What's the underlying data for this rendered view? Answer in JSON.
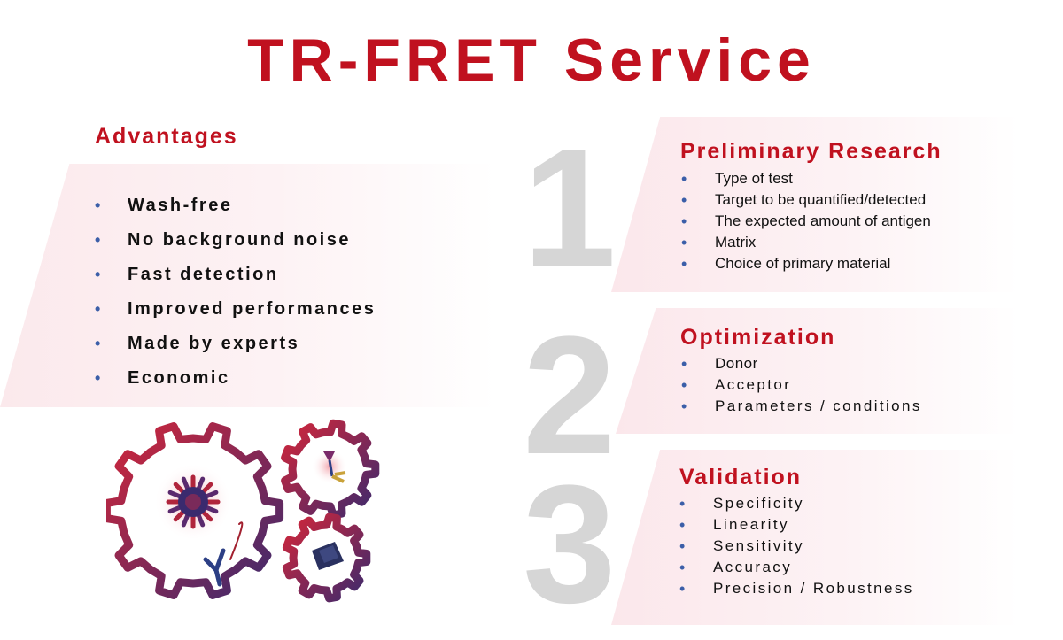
{
  "title": "TR-FRET Service",
  "advantages": {
    "heading": "Advantages",
    "items": [
      "Wash-free",
      "No background noise",
      "Fast detection",
      "Improved performances",
      "Made by experts",
      "Economic"
    ]
  },
  "steps": [
    {
      "number": "1",
      "heading": "Preliminary Research",
      "items": [
        "Type of test",
        "Target to be quantified/detected",
        "The expected amount of antigen",
        "Matrix",
        "Choice of primary material"
      ]
    },
    {
      "number": "2",
      "heading": "Optimization",
      "items": [
        "Donor",
        "Acceptor",
        "Parameters / conditions"
      ]
    },
    {
      "number": "3",
      "heading": "Validation",
      "items": [
        "Specificity",
        "Linearity",
        "Sensitivity",
        "Accuracy",
        "Precision / Robustness"
      ]
    }
  ],
  "colors": {
    "accent": "#c0111f",
    "bullet": "#3b5ea8",
    "number": "#d6d6d6",
    "gear_start": "#d3263a",
    "gear_end": "#3a2a6e"
  },
  "icons": [
    "gear-icon",
    "virus-icon",
    "antibody-icon",
    "chip-icon"
  ]
}
